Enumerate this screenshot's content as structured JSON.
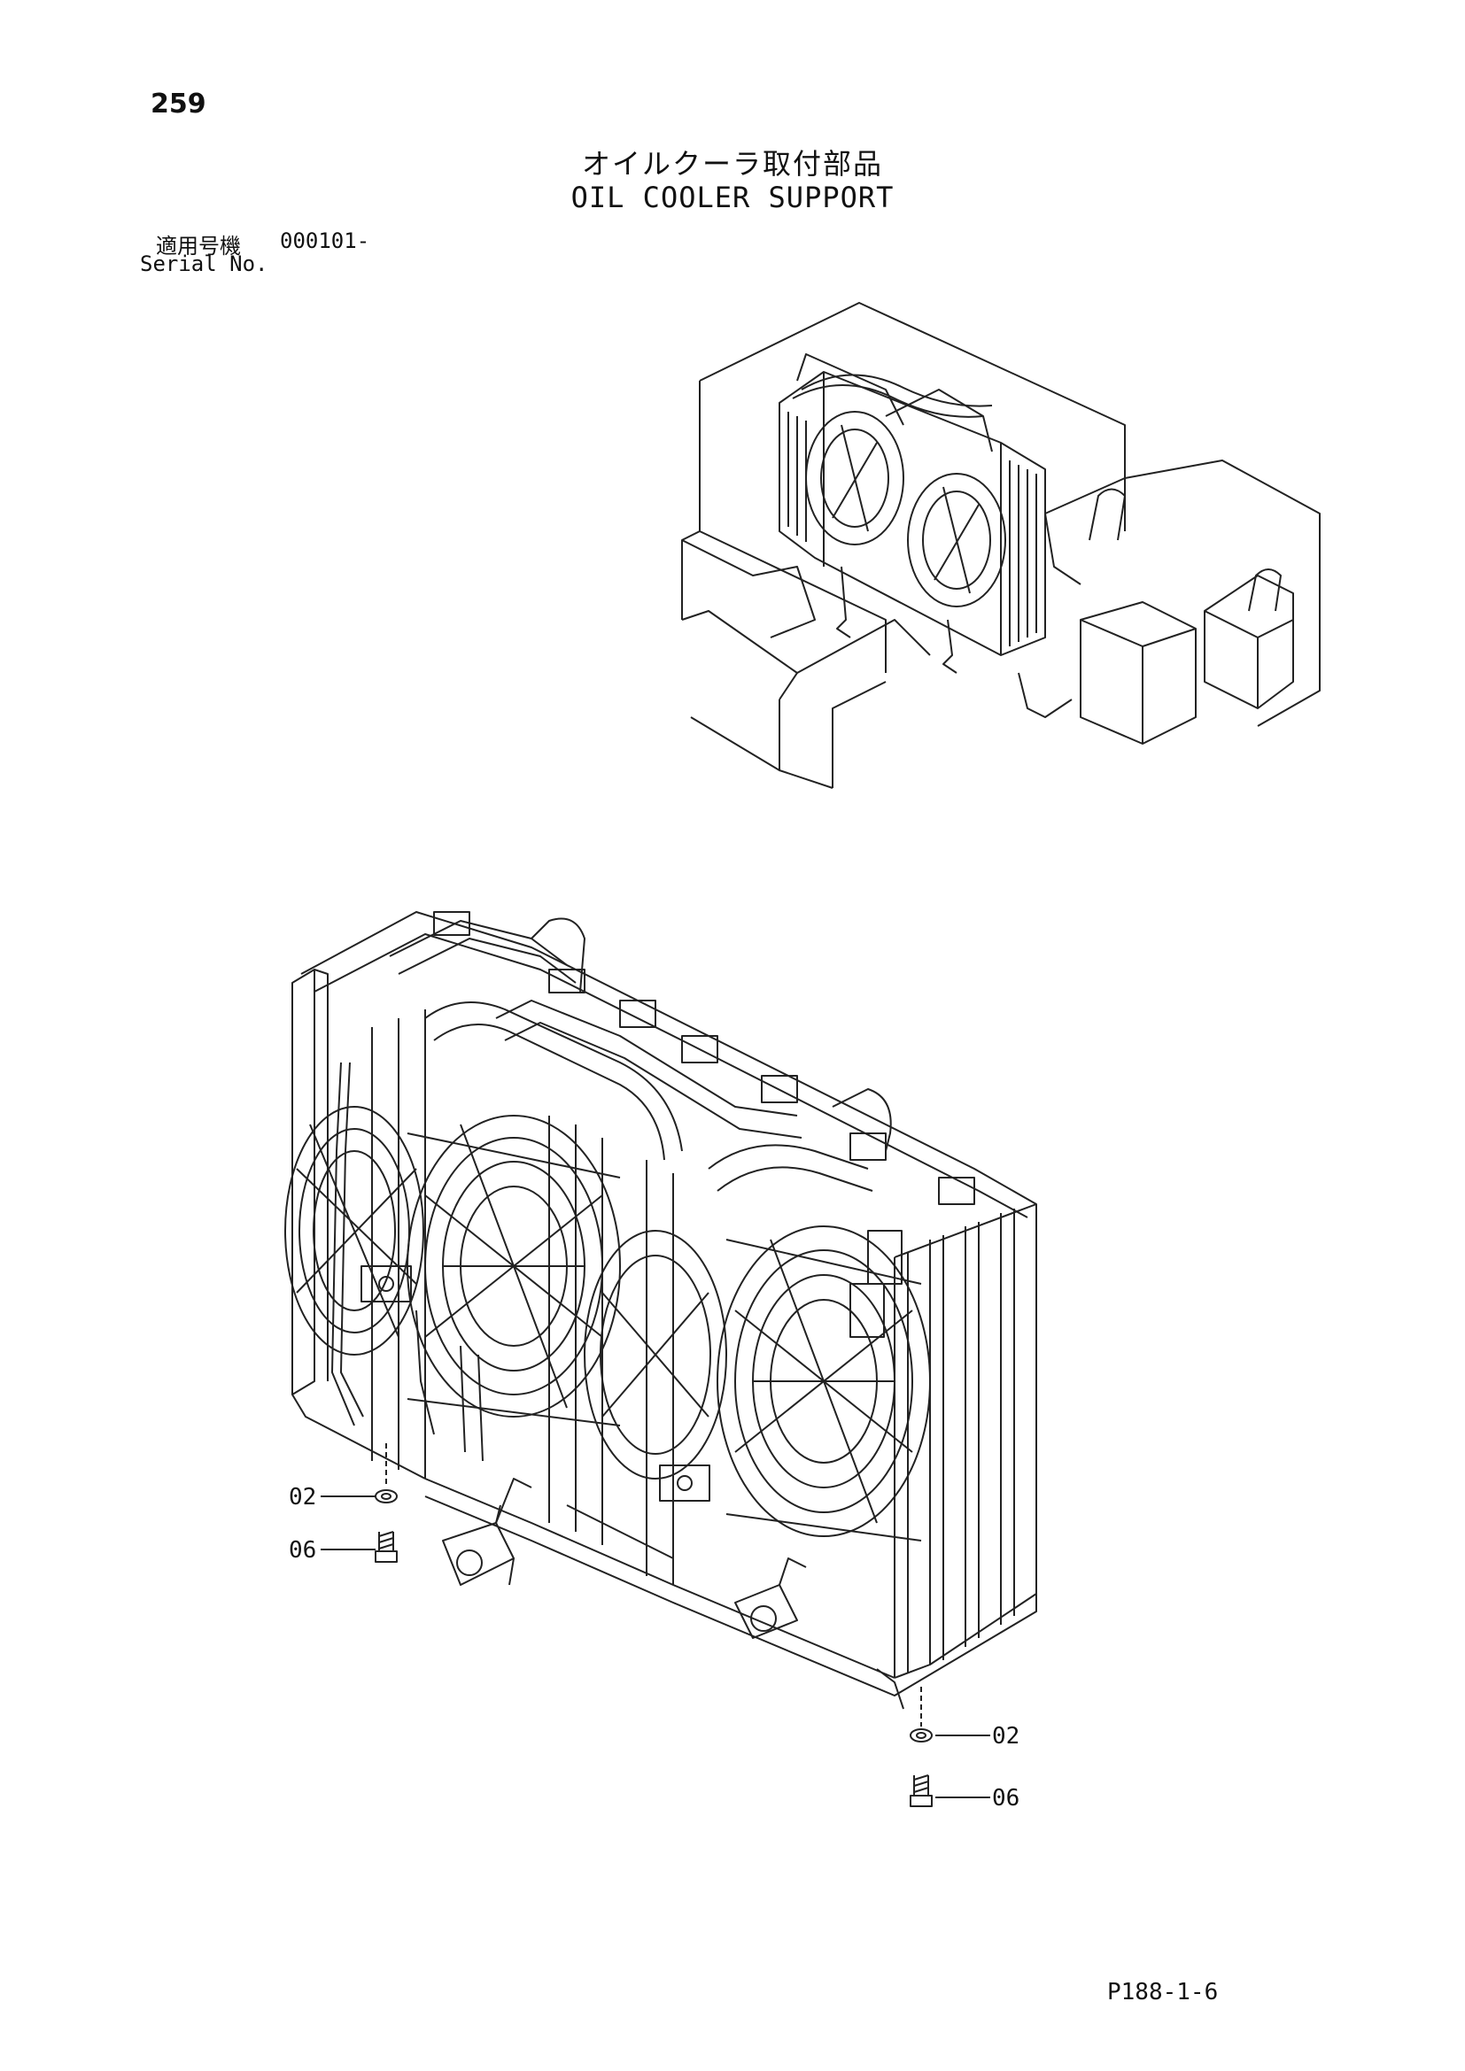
{
  "page": {
    "number": "259",
    "title_jp": "オイルクーラ取付部品",
    "title_en": "OIL COOLER SUPPORT",
    "serial_label_jp": "適用号機",
    "serial_range": "000101-",
    "serial_label_en": "Serial No.",
    "footer_code": "P188-1-6"
  },
  "callouts": {
    "left_washer": "02",
    "left_bolt": "06",
    "right_washer": "02",
    "right_bolt": "06"
  }
}
